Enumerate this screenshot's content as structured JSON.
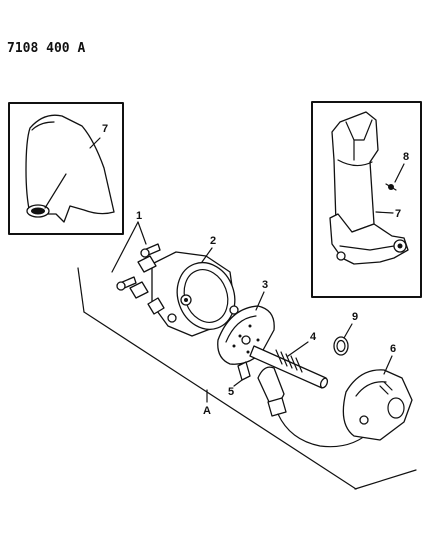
{
  "diagram": {
    "code": "7108 400 A",
    "callouts": [
      {
        "id": "callout-1",
        "text": "1"
      },
      {
        "id": "callout-2",
        "text": "2"
      },
      {
        "id": "callout-3",
        "text": "3"
      },
      {
        "id": "callout-4",
        "text": "4"
      },
      {
        "id": "callout-5",
        "text": "5"
      },
      {
        "id": "callout-6",
        "text": "6"
      },
      {
        "id": "callout-7-left",
        "text": "7"
      },
      {
        "id": "callout-7-right",
        "text": "7"
      },
      {
        "id": "callout-8",
        "text": "8"
      },
      {
        "id": "callout-9",
        "text": "9"
      },
      {
        "id": "callout-a",
        "text": "A"
      }
    ]
  }
}
